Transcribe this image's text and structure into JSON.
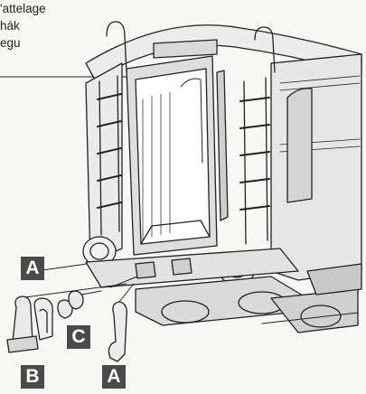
{
  "caption": {
    "line1": "'attelage",
    "line2": "hák",
    "line3": "egu"
  },
  "labels": {
    "a_top": "A",
    "b": "B",
    "c": "C",
    "a_bottom": "A"
  },
  "colors": {
    "ink": "#222222",
    "label_bg": "#4a4a4a",
    "label_text": "#ffffff"
  }
}
